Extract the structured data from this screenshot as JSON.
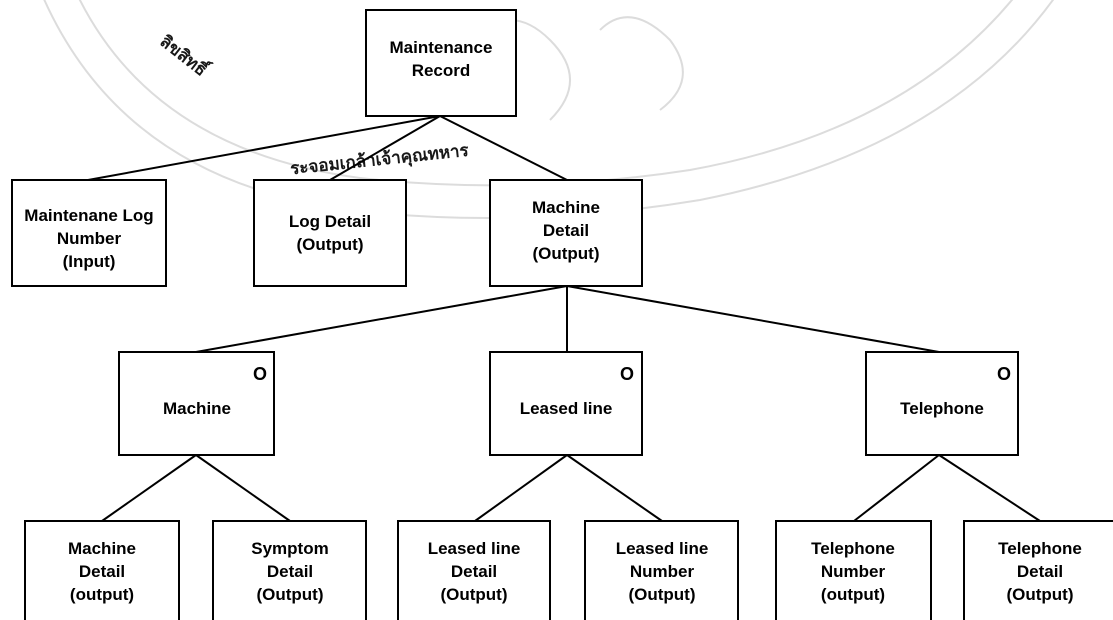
{
  "watermark": {
    "text_upper": "ลิขสิทธิ์",
    "text_lower": "ระจอมเกล้าเจ้าคุณทหาร"
  },
  "nodes": {
    "root": {
      "lines": [
        "Maintenance",
        "Record"
      ]
    },
    "log_number": {
      "lines": [
        "Maintenane Log",
        "Number",
        "(Input)"
      ]
    },
    "log_detail": {
      "lines": [
        "Log Detail",
        "(Output)"
      ]
    },
    "machine_detail": {
      "lines": [
        "Machine",
        "Detail",
        "(Output)"
      ]
    },
    "machine": {
      "lines": [
        "Machine"
      ],
      "selector": "O"
    },
    "leased_line": {
      "lines": [
        "Leased line"
      ],
      "selector": "O"
    },
    "telephone": {
      "lines": [
        "Telephone"
      ],
      "selector": "O"
    },
    "machine_detail_out": {
      "lines": [
        "Machine",
        "Detail",
        "(output)"
      ]
    },
    "symptom_detail": {
      "lines": [
        "Symptom",
        "Detail",
        "(Output)"
      ]
    },
    "leased_line_detail": {
      "lines": [
        "Leased line",
        "Detail",
        "(Output)"
      ]
    },
    "leased_line_number": {
      "lines": [
        "Leased line",
        "Number",
        "(Output)"
      ]
    },
    "telephone_number": {
      "lines": [
        "Telephone",
        "Number",
        "(output)"
      ]
    },
    "telephone_detail": {
      "lines": [
        "Telephone",
        "Detail",
        "(Output)"
      ]
    }
  }
}
